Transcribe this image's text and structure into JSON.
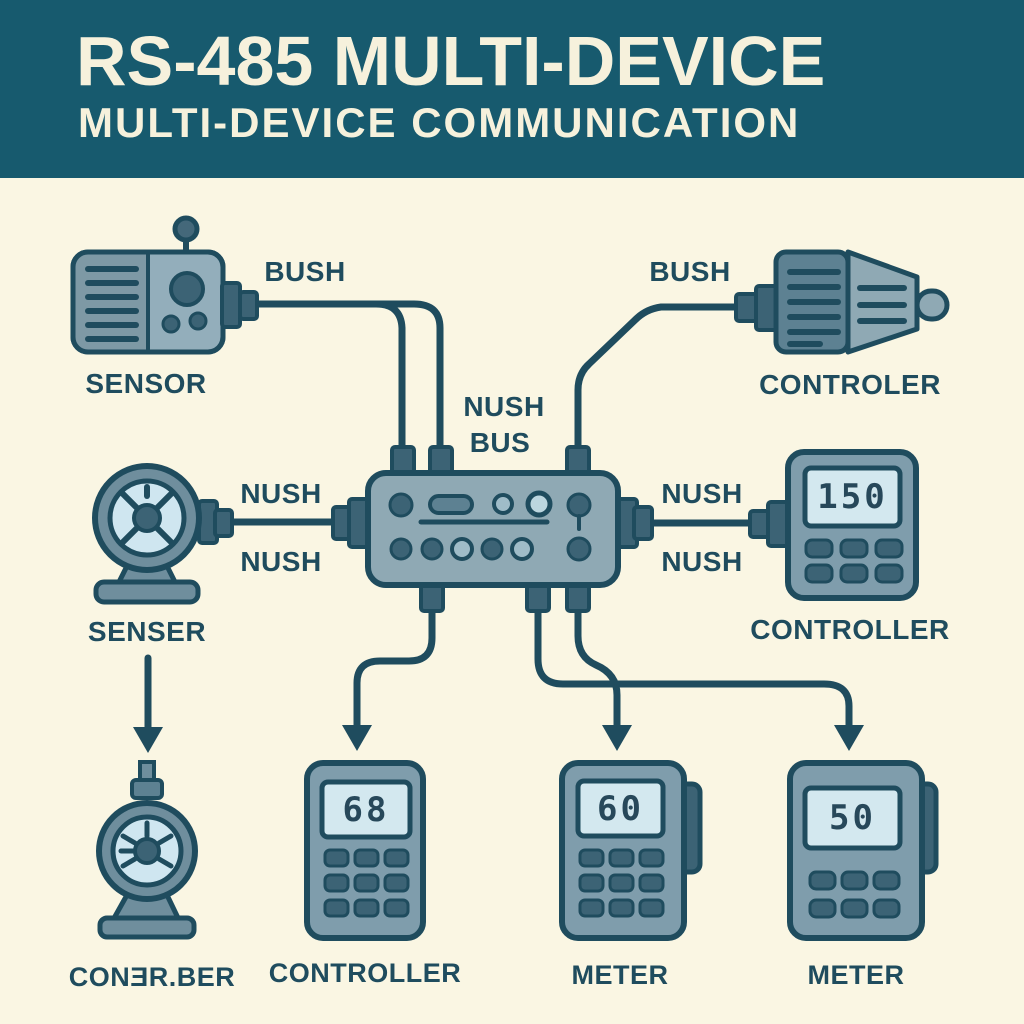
{
  "header": {
    "title": "RS-485 MULTI-DEVICE",
    "subtitle": "MULTI-DEVICE COMMUNICATION",
    "bg_color": "#175a6e",
    "text_color": "#f6f1dc"
  },
  "colors": {
    "background": "#faf6e3",
    "ink": "#1f4c5e",
    "device_body": "#7f9dac",
    "hub_body": "#8fa9b4",
    "slate": "#6f8e9d",
    "dark_fill": "#3c6375",
    "lcd_screen": "#d3e8ef",
    "fan_face": "#cfe6f0"
  },
  "wire_labels": {
    "bush_left": "BUSH",
    "bush_right": "BUSH",
    "hub_name_line1": "NUSH",
    "hub_name_line2": "BUS",
    "nush_left_top": "NUSH",
    "nush_left_bottom": "NUSH",
    "nush_right_top": "NUSH",
    "nush_right_bottom": "NUSH"
  },
  "devices": {
    "sensor_top_left": {
      "label": "SENSOR"
    },
    "plug_top_right": {
      "label": "CONTROLER"
    },
    "fan_mid_left": {
      "label": "SENSER"
    },
    "controller_mid_right": {
      "label": "CONTROLLER",
      "display": "150"
    },
    "fan_bottom_left": {
      "label": "CONƎR.BER"
    },
    "controller_bottom": {
      "label": "CONTROLLER",
      "display": "68"
    },
    "meter_bottom_mid": {
      "label": "METER",
      "display": "60"
    },
    "meter_bottom_right": {
      "label": "METER",
      "display": "50"
    }
  }
}
